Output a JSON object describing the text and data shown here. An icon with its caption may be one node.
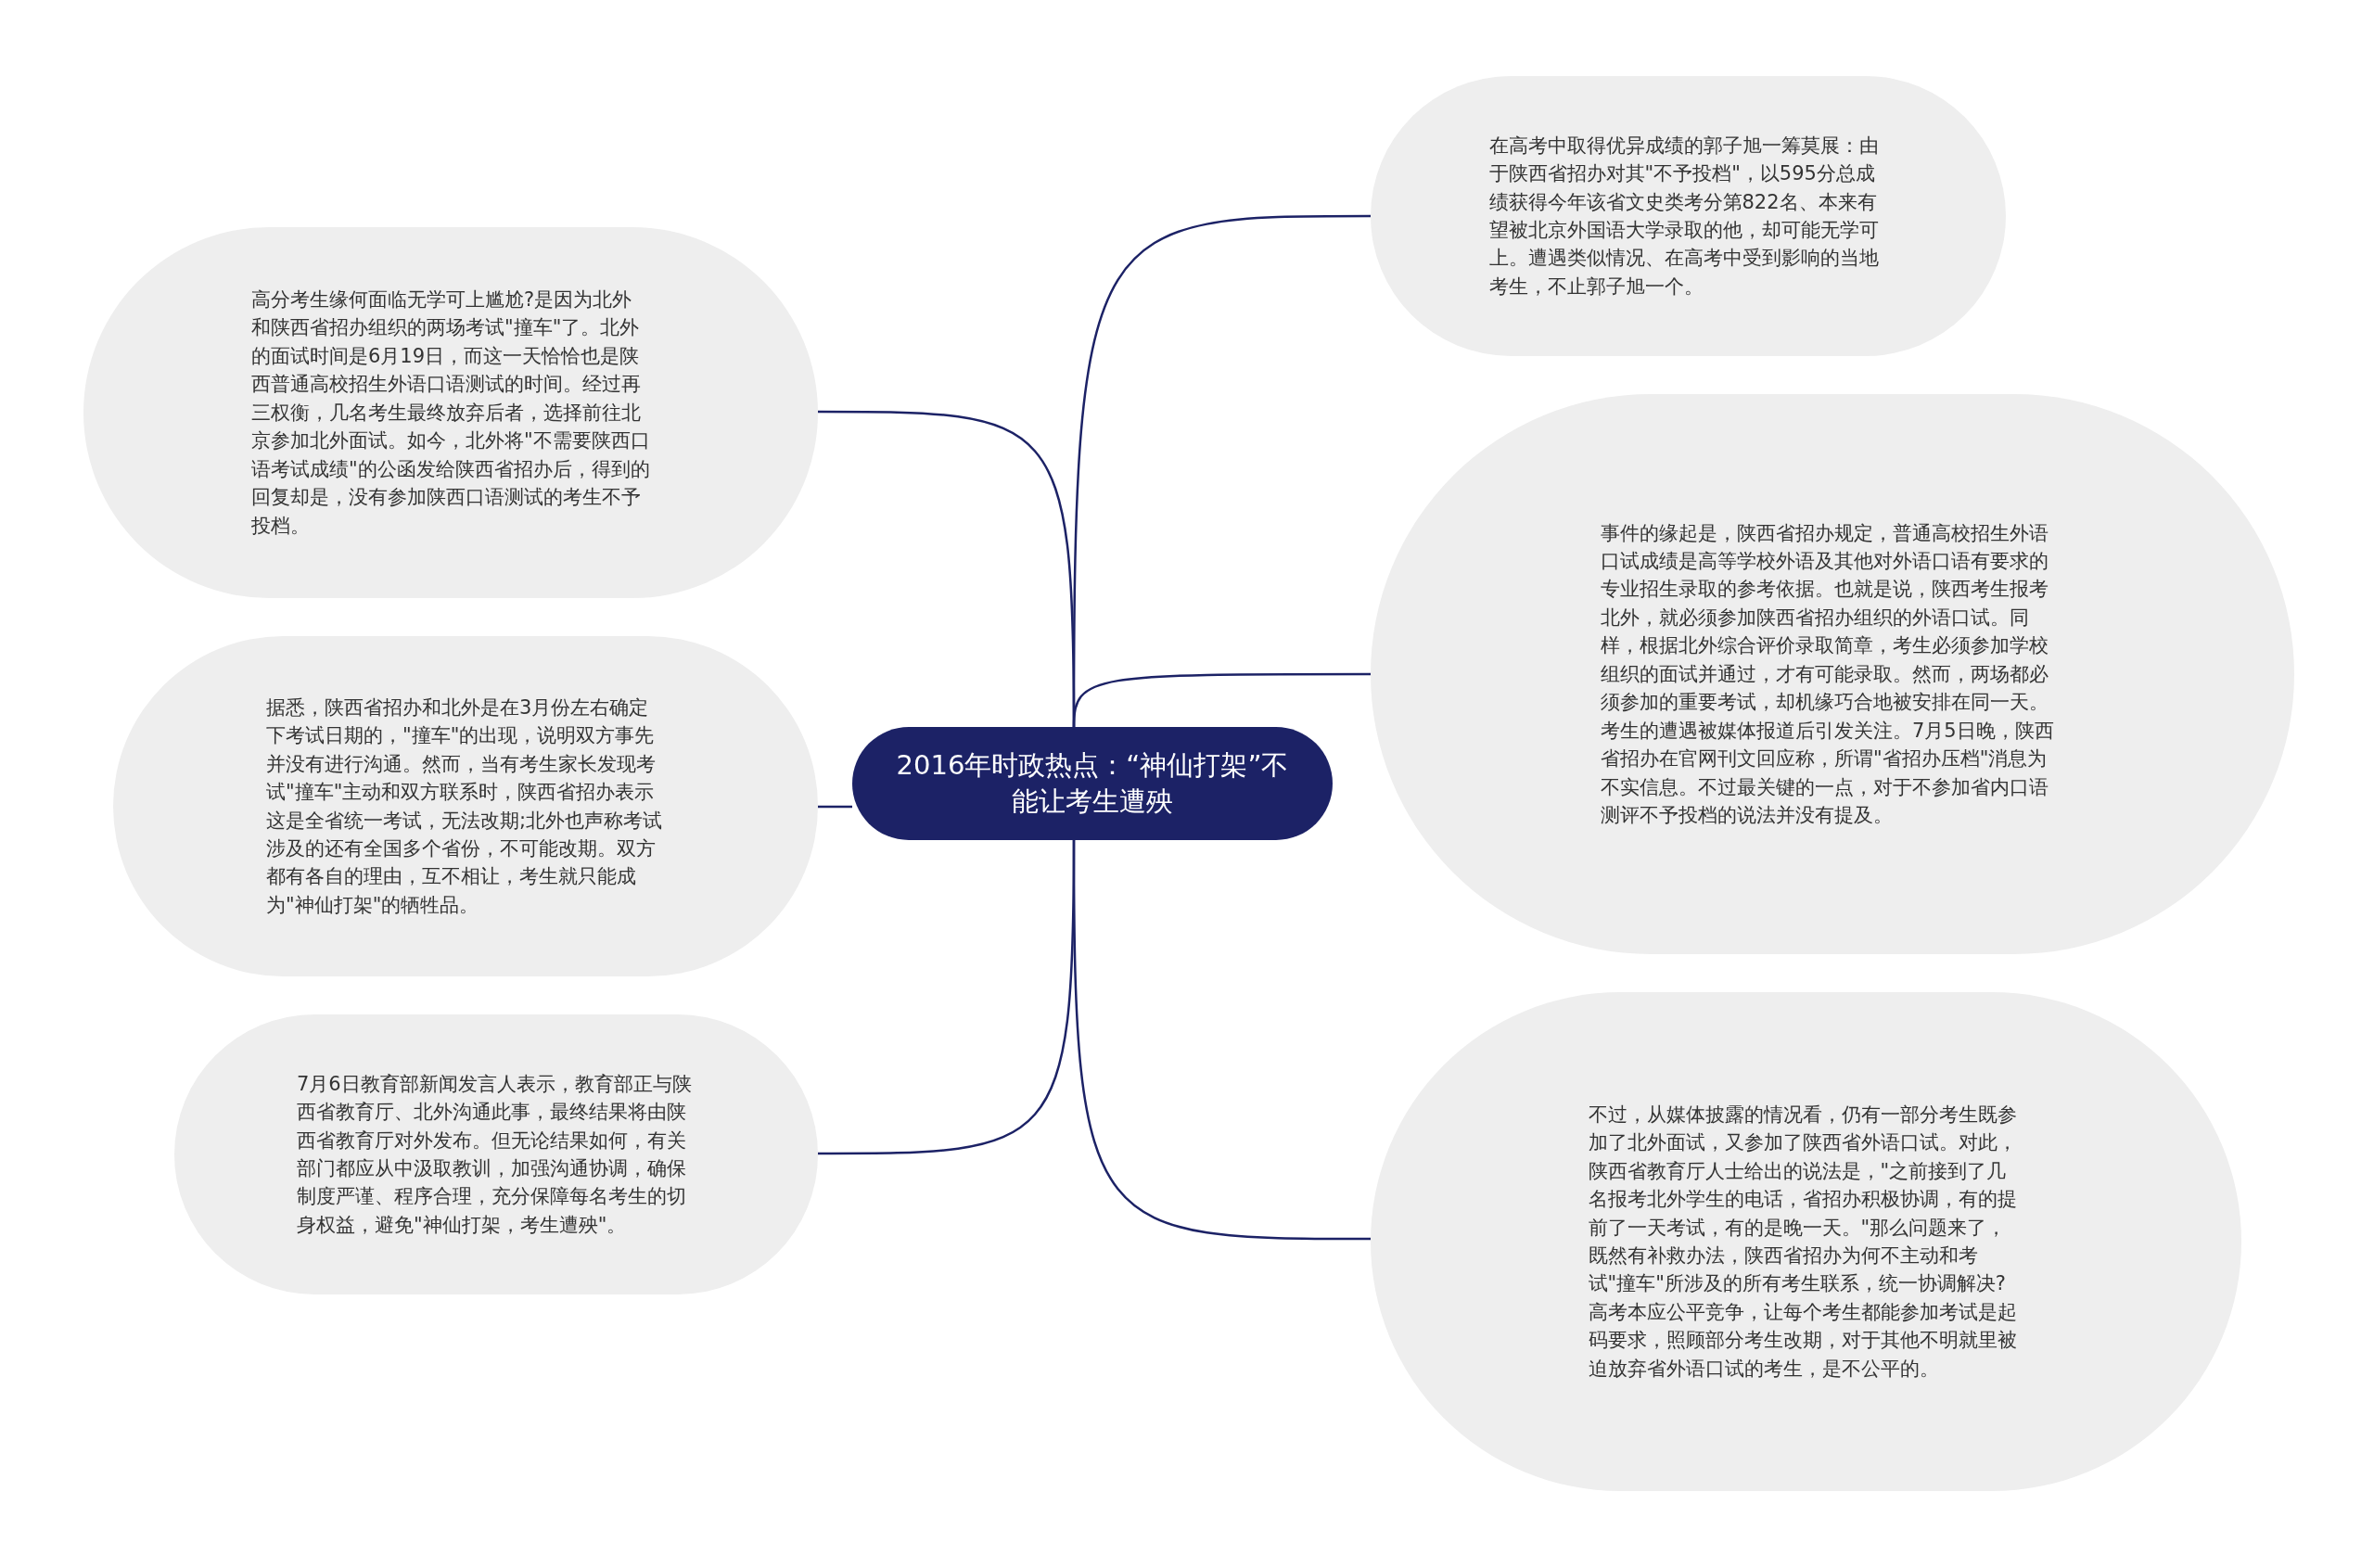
{
  "diagram": {
    "nodes": [
      {
        "text": [
          "2016年时政热点：“神仙打架”不能让考生遭殃"
        ]
      },
      {
        "text": [
          "高分考生缘何面临无学可上尴尬?是因为北外和陕西省招办组织的两场考试\"撞车\"了。北外的面试时间是6月19日，而这一天恰恰也是陕西普通高校招生外语口语测试的时间。经过再三权衡，几名考生最终放弃后者，选择前往北京参加北外面试。如今，北外将\"不需要陕西口语考试成绩\"的公函发给陕西省招办后，得到的回复却是，没有参加陕西口语测试的考生不予投档。"
        ]
      },
      {
        "text": [
          "据悉，陕西省招办和北外是在3月份左右确定下考试日期的，\"撞车\"的出现，说明双方事先并没有进行沟通。然而，当有考生家长发现考试\"撞车\"主动和双方联系时，陕西省招办表示这是全省统一考试，无法改期;北外也声称考试涉及的还有全国多个省份，不可能改期。双方都有各自的理由，互不相让，考生就只能成为\"神仙打架\"的牺牲品。"
        ]
      },
      {
        "text": [
          "7月6日教育部新闻发言人表示，教育部正与陕西省教育厅、北外沟通此事，最终结果将由陕西省教育厅对外发布。但无论结果如何，有关部门都应从中汲取教训，加强沟通协调，确保制度严谨、程序合理，充分保障每名考生的切身权益，避免\"神仙打架，考生遭殃\"。"
        ]
      },
      {
        "text": [
          "在高考中取得优异成绩的郭子旭一筹莫展：由于陕西省招办对其\"不予投档\"，以595分总成绩获得今年该省文史类考分第822名、本来有望被北京外国语大学录取的他，却可能无学可上。遭遇类似情况、在高考中受到影响的当地考生，不止郭子旭一个。"
        ]
      },
      {
        "text": [
          "事件的缘起是，陕西省招办规定，普通高校招生外语口试成绩是高等学校外语及其他对外语口语有要求的专业招生录取的参考依据。也就是说，陕西考生报考北外，就必须参加陕西省招办组织的外语口试。同样，根据北外综合评价录取简章，考生必须参加学校组织的面试并通过，才有可能录取。然而，两场都必须参加的重要考试，却机缘巧合地被安排在同一天。考生的遭遇被媒体报道后引发关注。7月5日晚，陕西省招办在官网刊文回应称，所谓\"省招办压档\"消息为不实信息。不过最关键的一点，对于不参加省内口语测评不予投档的说法并没有提及。"
        ]
      },
      {
        "text": [
          "不过，从媒体披露的情况看，仍有一部分考生既参加了北外面试，又参加了陕西省外语口试。对此，陕西省教育厅人士给出的说法是，\"之前接到了几名报考北外学生的电话，省招办积极协调，有的提前了一天考试，有的是晚一天。\"那么问题来了，既然有补救办法，陕西省招办为何不主动和考试\"撞车\"所涉及的所有考生联系，统一协调解决?高考本应公平竞争，让每个考生都能参加考试是起码要求，照顾部分考生改期，对于其他不明就里被迫放弃省外语口试的考生，是不公平的。"
        ]
      }
    ],
    "edges": [
      {
        "from": 0,
        "to": 1,
        "arrow": "none"
      },
      {
        "from": 0,
        "to": 2,
        "arrow": "none"
      },
      {
        "from": 0,
        "to": 3,
        "arrow": "none"
      },
      {
        "from": 0,
        "to": 4,
        "arrow": "none"
      },
      {
        "from": 0,
        "to": 5,
        "arrow": "none"
      },
      {
        "from": 0,
        "to": 6,
        "arrow": "none"
      }
    ]
  }
}
